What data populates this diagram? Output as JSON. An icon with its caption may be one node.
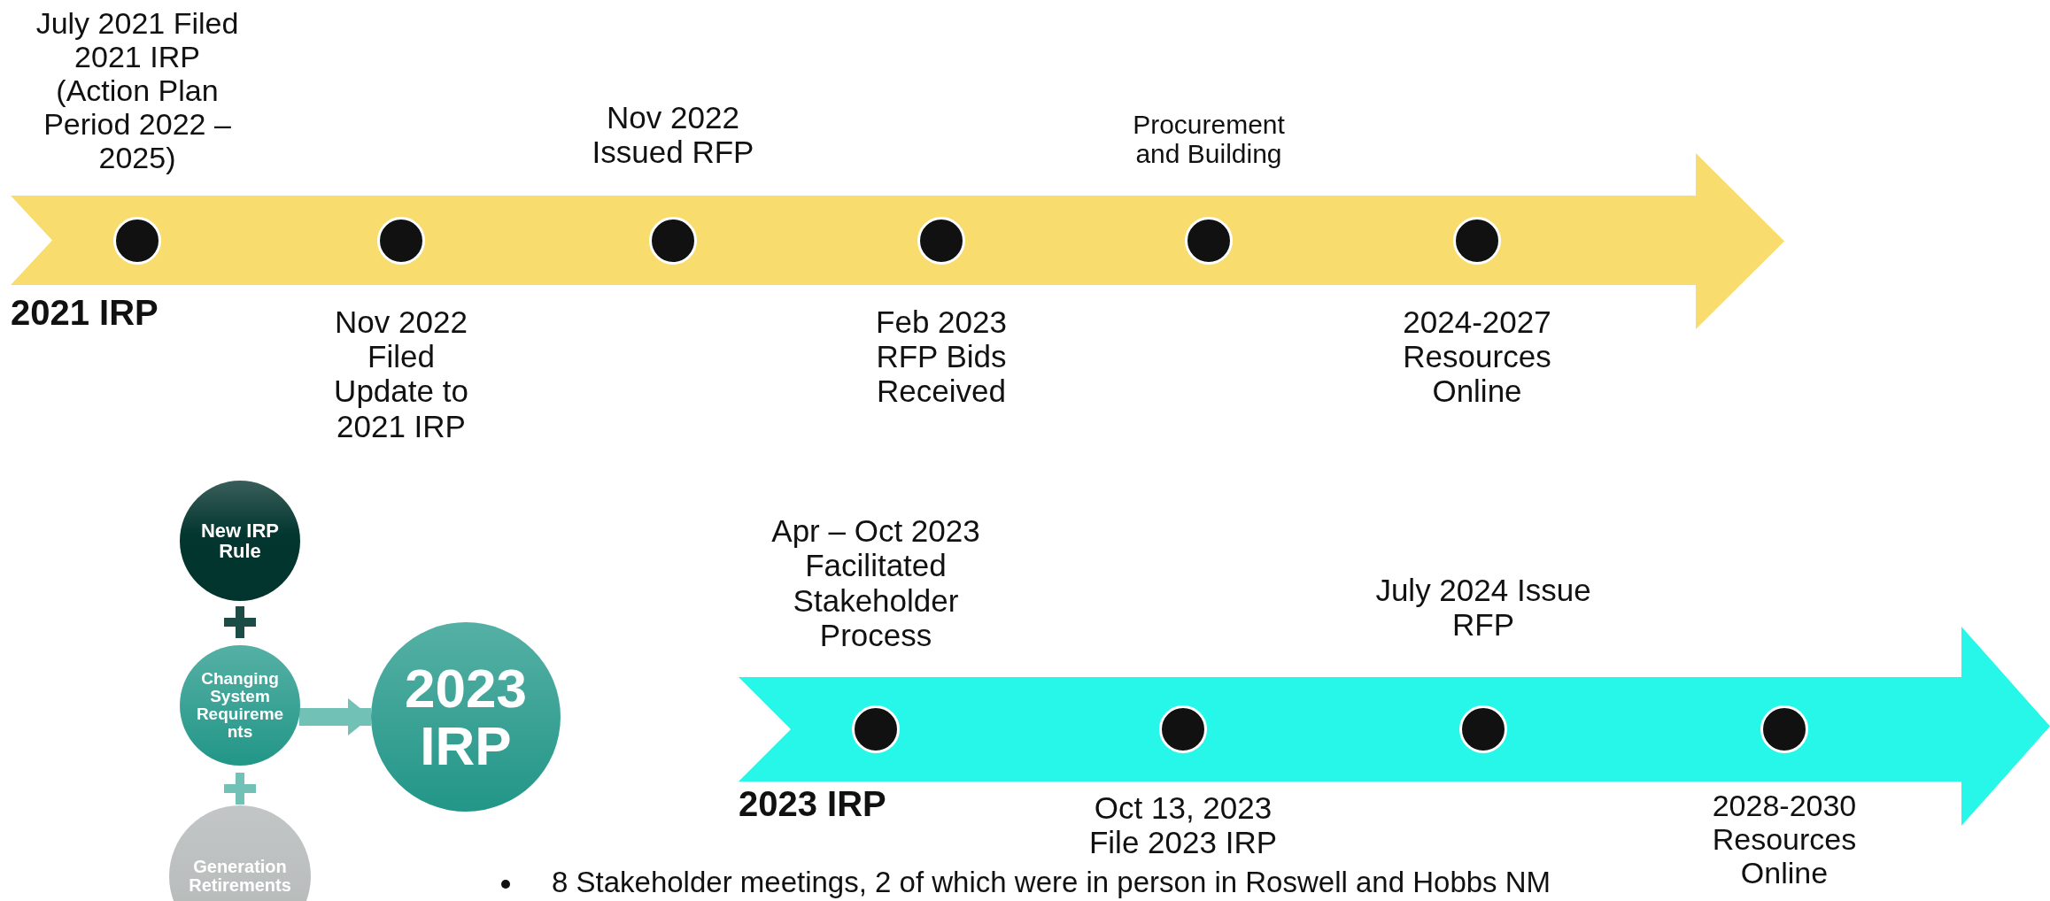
{
  "diagram": {
    "nodes": [
      {
        "text": [
          "2021 IRP"
        ]
      },
      {
        "text": [],
        "shape": "circle",
        "in": 0,
        "beside": [
          "July 2021 Filed 2021 IRP (Action Plan Period 2022 – 2025)"
        ]
      },
      {
        "text": [],
        "shape": "circle",
        "in": 0,
        "beside": [
          "Nov 2022 Filed Update to 2021 IRP"
        ]
      },
      {
        "text": [],
        "shape": "circle",
        "in": 0,
        "beside": [
          "Nov 2022 Issued RFP"
        ]
      },
      {
        "text": [],
        "shape": "circle",
        "in": 0,
        "beside": [
          "Feb 2023 RFP Bids Received"
        ]
      },
      {
        "text": [],
        "shape": "circle",
        "in": 0,
        "beside": [
          "Procurement and Building"
        ]
      },
      {
        "text": [],
        "shape": "circle",
        "in": 0,
        "beside": [
          "2024-2027 Resources Online"
        ]
      },
      {
        "text": [
          "2023 IRP"
        ]
      },
      {
        "text": [],
        "shape": "circle",
        "in": 7,
        "beside": [
          "Apr – Oct 2023 Facilitated Stakeholder Process"
        ]
      },
      {
        "text": [],
        "shape": "circle",
        "in": 7,
        "beside": [
          "Oct 13, 2023 File 2023 IRP"
        ]
      },
      {
        "text": [],
        "shape": "circle",
        "in": 7,
        "beside": [
          "July 2024 Issue RFP"
        ]
      },
      {
        "text": [],
        "shape": "circle",
        "in": 7,
        "beside": [
          "2028-2030 Resources Online"
        ]
      },
      {
        "text": [
          "New IRP Rule"
        ]
      },
      {
        "text": [
          "Changing System Requirements"
        ]
      },
      {
        "text": [
          "Generation Retirements"
        ]
      },
      {
        "text": [
          "2023 IRP"
        ]
      }
    ],
    "edges": [
      {
        "from": 13,
        "to": 15,
        "arrow": "to"
      }
    ],
    "labels": [
      "8 Stakeholder meetings, 2 of which were in person in Roswell and Hobbs NM"
    ]
  }
}
